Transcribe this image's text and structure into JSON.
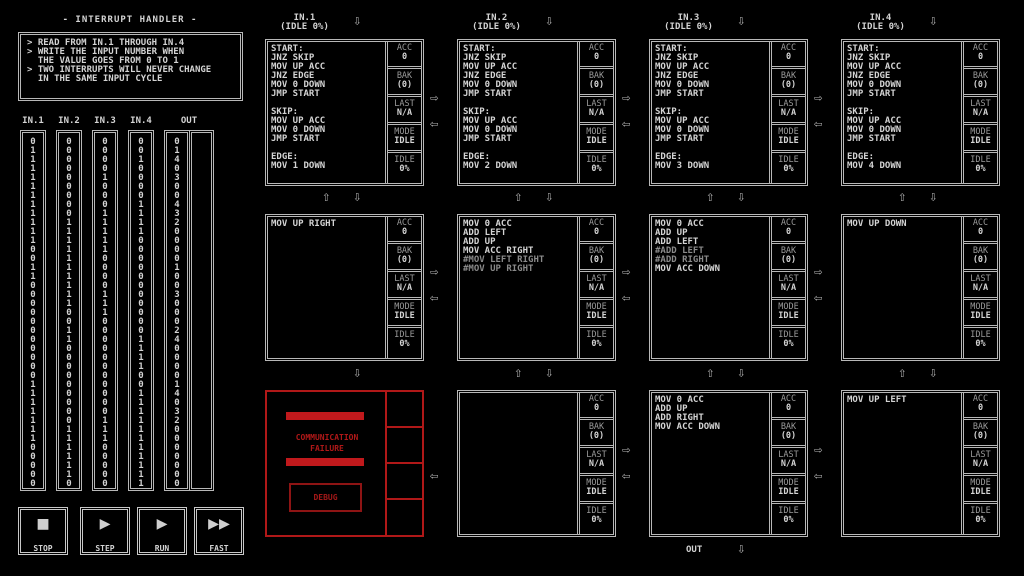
{
  "panel": {
    "title": "- INTERRUPT HANDLER -",
    "description": [
      "> READ FROM IN.1 THROUGH IN.4",
      "> WRITE THE INPUT NUMBER WHEN",
      "  THE VALUE GOES FROM 0 TO 1",
      "> TWO INTERRUPTS WILL NEVER CHANGE",
      "  IN THE SAME INPUT CYCLE"
    ],
    "streams": [
      {
        "label": "IN.1",
        "values": [
          0,
          1,
          1,
          1,
          1,
          1,
          1,
          1,
          1,
          1,
          1,
          1,
          0,
          0,
          1,
          1,
          0,
          0,
          0,
          0,
          0,
          0,
          0,
          0,
          0,
          0,
          0,
          1,
          1,
          1,
          1,
          1,
          1,
          1,
          0,
          0,
          0,
          0,
          0
        ]
      },
      {
        "label": "IN.2",
        "values": [
          0,
          0,
          0,
          0,
          0,
          0,
          0,
          0,
          0,
          1,
          1,
          1,
          1,
          1,
          1,
          1,
          1,
          1,
          1,
          0,
          0,
          1,
          1,
          0,
          0,
          0,
          0,
          0,
          0,
          0,
          0,
          0,
          1,
          1,
          1,
          1,
          1,
          1,
          0
        ]
      },
      {
        "label": "IN.3",
        "values": [
          0,
          0,
          0,
          0,
          1,
          0,
          0,
          0,
          1,
          1,
          1,
          1,
          1,
          0,
          0,
          0,
          0,
          1,
          1,
          1,
          0,
          0,
          0,
          0,
          0,
          0,
          0,
          0,
          0,
          0,
          0,
          1,
          1,
          1,
          0,
          0,
          0,
          0,
          0
        ]
      },
      {
        "label": "IN.4",
        "values": [
          0,
          0,
          1,
          0,
          0,
          0,
          0,
          1,
          1,
          1,
          1,
          0,
          0,
          0,
          0,
          0,
          0,
          0,
          0,
          0,
          0,
          0,
          1,
          1,
          1,
          1,
          0,
          0,
          1,
          1,
          1,
          1,
          1,
          1,
          1,
          1,
          1,
          1,
          1
        ]
      },
      {
        "label": "OUT",
        "values": [
          0,
          1,
          4,
          0,
          3,
          0,
          0,
          4,
          3,
          2,
          0,
          0,
          0,
          0,
          1,
          0,
          0,
          3,
          0,
          0,
          0,
          2,
          4,
          0,
          0,
          0,
          0,
          1,
          4,
          0,
          3,
          2,
          0,
          0,
          0,
          0,
          0,
          0,
          0
        ]
      }
    ],
    "controls": [
      {
        "label": "STOP",
        "icon": "stop-icon",
        "glyph": "■"
      },
      {
        "label": "STEP",
        "icon": "step-icon",
        "glyph": "▶"
      },
      {
        "label": "RUN",
        "icon": "run-icon",
        "glyph": "▶"
      },
      {
        "label": "FAST",
        "icon": "fast-forward-icon",
        "glyph": "▶▶"
      }
    ]
  },
  "inputs": [
    {
      "label": "IN.1",
      "status": "(IDLE 0%)"
    },
    {
      "label": "IN.2",
      "status": "(IDLE 0%)"
    },
    {
      "label": "IN.3",
      "status": "(IDLE 0%)"
    },
    {
      "label": "IN.4",
      "status": "(IDLE 0%)"
    }
  ],
  "output_label": "OUT",
  "register_labels": {
    "acc": "ACC",
    "bak": "BAK",
    "last": "LAST",
    "mode": "MODE",
    "idle": "IDLE"
  },
  "nodes": [
    {
      "type": "code",
      "code": [
        "START:",
        "JNZ SKIP",
        "MOV UP ACC",
        "JNZ EDGE",
        "MOV 0 DOWN",
        "JMP START",
        "",
        "SKIP:",
        "MOV UP ACC",
        "MOV 0 DOWN",
        "JMP START",
        "",
        "EDGE:",
        "MOV 1 DOWN"
      ],
      "acc": "0",
      "bak": "(0)",
      "last": "N/A",
      "mode": "IDLE",
      "idle": "0%"
    },
    {
      "type": "code",
      "code": [
        "START:",
        "JNZ SKIP",
        "MOV UP ACC",
        "JNZ EDGE",
        "MOV 0 DOWN",
        "JMP START",
        "",
        "SKIP:",
        "MOV UP ACC",
        "MOV 0 DOWN",
        "JMP START",
        "",
        "EDGE:",
        "MOV 2 DOWN"
      ],
      "acc": "0",
      "bak": "(0)",
      "last": "N/A",
      "mode": "IDLE",
      "idle": "0%"
    },
    {
      "type": "code",
      "code": [
        "START:",
        "JNZ SKIP",
        "MOV UP ACC",
        "JNZ EDGE",
        "MOV 0 DOWN",
        "JMP START",
        "",
        "SKIP:",
        "MOV UP ACC",
        "MOV 0 DOWN",
        "JMP START",
        "",
        "EDGE:",
        "MOV 3 DOWN"
      ],
      "acc": "0",
      "bak": "(0)",
      "last": "N/A",
      "mode": "IDLE",
      "idle": "0%"
    },
    {
      "type": "code",
      "code": [
        "START:",
        "JNZ SKIP",
        "MOV UP ACC",
        "JNZ EDGE",
        "MOV 0 DOWN",
        "JMP START",
        "",
        "SKIP:",
        "MOV UP ACC",
        "MOV 0 DOWN",
        "JMP START",
        "",
        "EDGE:",
        "MOV 4 DOWN"
      ],
      "acc": "0",
      "bak": "(0)",
      "last": "N/A",
      "mode": "IDLE",
      "idle": "0%"
    },
    {
      "type": "code",
      "code": [
        "MOV UP RIGHT"
      ],
      "acc": "0",
      "bak": "(0)",
      "last": "N/A",
      "mode": "IDLE",
      "idle": "0%"
    },
    {
      "type": "code",
      "code": [
        "MOV 0 ACC",
        "ADD LEFT",
        "ADD UP",
        "MOV ACC RIGHT",
        "#MOV LEFT RIGHT",
        "#MOV UP RIGHT"
      ],
      "acc": "0",
      "bak": "(0)",
      "last": "N/A",
      "mode": "IDLE",
      "idle": "0%"
    },
    {
      "type": "code",
      "code": [
        "MOV 0 ACC",
        "ADD UP",
        "ADD LEFT",
        "#ADD LEFT",
        "#ADD RIGHT",
        "MOV ACC DOWN"
      ],
      "acc": "0",
      "bak": "(0)",
      "last": "N/A",
      "mode": "IDLE",
      "idle": "0%"
    },
    {
      "type": "code",
      "code": [
        "MOV UP DOWN"
      ],
      "acc": "0",
      "bak": "(0)",
      "last": "N/A",
      "mode": "IDLE",
      "idle": "0%"
    },
    {
      "type": "failure",
      "message": [
        "COMMUNICATION",
        "FAILURE"
      ],
      "debug_label": "DEBUG"
    },
    {
      "type": "code",
      "code": [],
      "acc": "0",
      "bak": "(0)",
      "last": "N/A",
      "mode": "IDLE",
      "idle": "0%"
    },
    {
      "type": "code",
      "code": [
        "MOV 0 ACC",
        "ADD UP",
        "ADD RIGHT",
        "MOV ACC DOWN"
      ],
      "acc": "0",
      "bak": "(0)",
      "last": "N/A",
      "mode": "IDLE",
      "idle": "0%"
    },
    {
      "type": "code",
      "code": [
        "MOV UP LEFT"
      ],
      "acc": "0",
      "bak": "(0)",
      "last": "N/A",
      "mode": "IDLE",
      "idle": "0%"
    }
  ],
  "colors": {
    "text": "#d4d4d4",
    "border": "#b8b8b8",
    "comment": "#8a8a8a",
    "error": "#c0191c"
  }
}
